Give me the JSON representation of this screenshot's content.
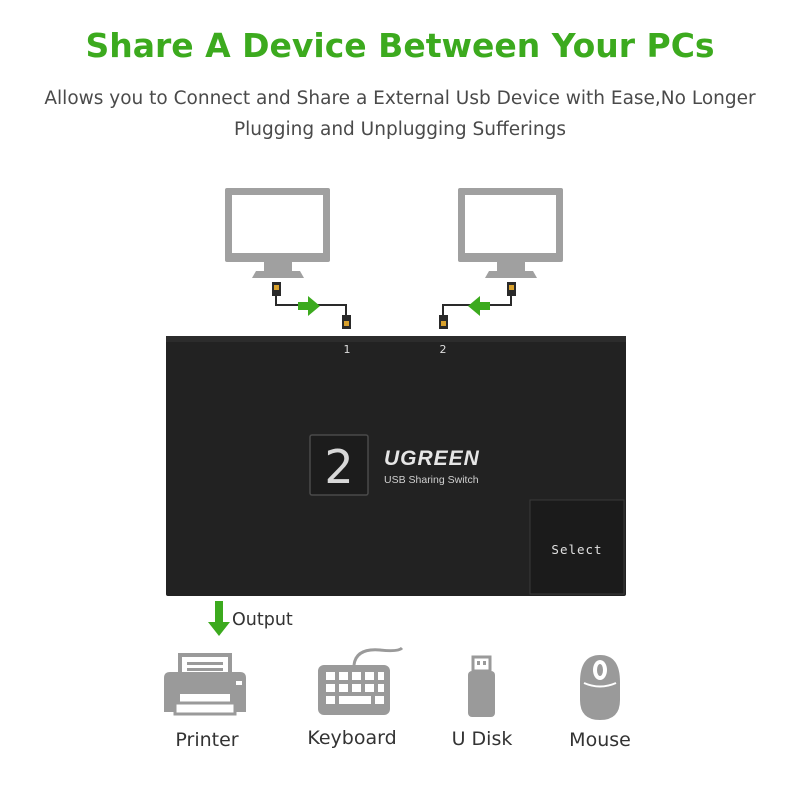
{
  "headline": "Share A Device Between Your PCs",
  "subtitle": {
    "line1": "Allows you to Connect and Share a External Usb Device with Ease,No Longer",
    "line2": "Plugging and Unplugging Sufferings"
  },
  "switch": {
    "port1_label": "1",
    "port2_label": "2",
    "display_digit": "2",
    "brand": "UGREEN",
    "model": "USB Sharing Switch",
    "select_label": "Select"
  },
  "output_label": "Output",
  "devices": [
    {
      "label": "Printer",
      "icon": "printer-icon"
    },
    {
      "label": "Keyboard",
      "icon": "keyboard-icon"
    },
    {
      "label": "U Disk",
      "icon": "usb-disk-icon"
    },
    {
      "label": "Mouse",
      "icon": "mouse-icon"
    }
  ],
  "colors": {
    "accent_green": "#3caa1e",
    "switch_body": "#222222",
    "icon_gray": "#9a9a9a"
  }
}
